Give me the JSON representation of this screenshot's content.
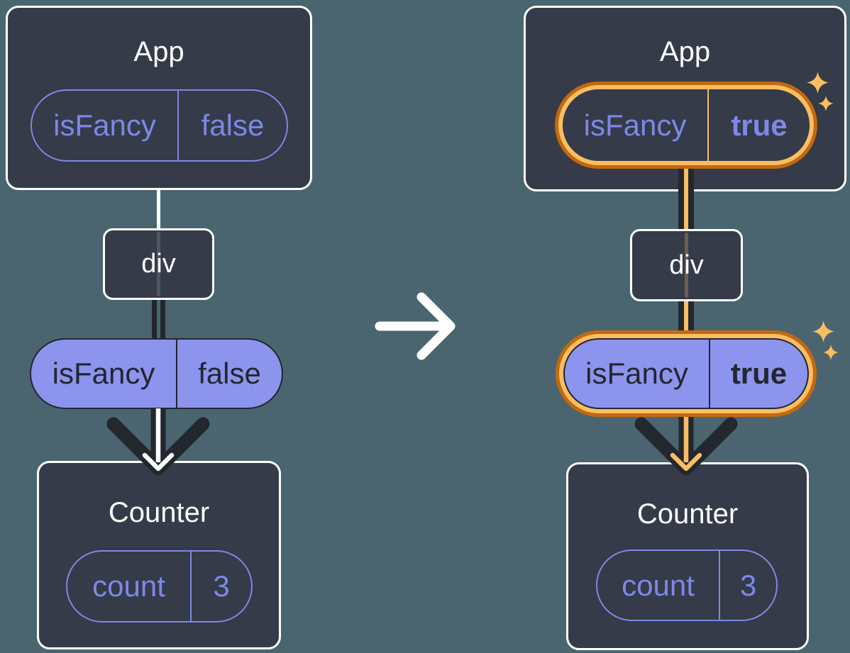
{
  "colors": {
    "background": "#4B6570",
    "card_background": "#353B48",
    "card_border": "#FFFFFF",
    "purple_stroke": "#7E87E8",
    "purple_fill": "#8C94EE",
    "ink_dark": "#23272F",
    "orange_light": "#FABD62",
    "orange_dark": "#C2690F"
  },
  "transition": {
    "icon": "right-arrow-icon"
  },
  "before": {
    "app": {
      "title": "App",
      "prop": {
        "key": "isFancy",
        "value": "false"
      }
    },
    "div_node": {
      "label": "div"
    },
    "passed_prop": {
      "key": "isFancy",
      "value": "false"
    },
    "counter": {
      "title": "Counter",
      "state": {
        "key": "count",
        "value": "3"
      }
    }
  },
  "after": {
    "app": {
      "title": "App",
      "prop": {
        "key": "isFancy",
        "value": "true"
      }
    },
    "div_node": {
      "label": "div"
    },
    "passed_prop": {
      "key": "isFancy",
      "value": "true"
    },
    "counter": {
      "title": "Counter",
      "state": {
        "key": "count",
        "value": "3"
      }
    },
    "sparkle_icon": "sparkle-icon"
  }
}
